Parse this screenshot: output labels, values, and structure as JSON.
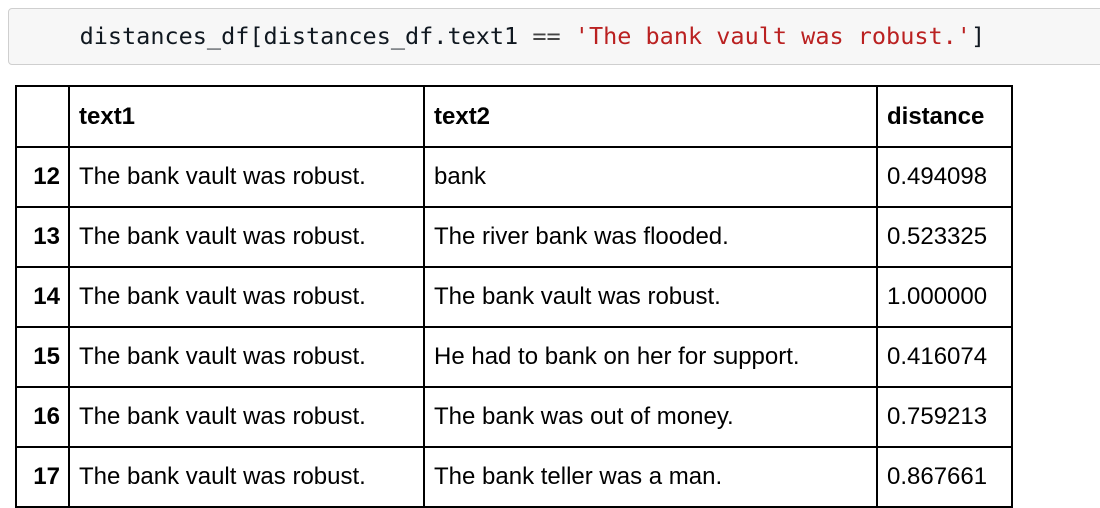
{
  "code_cell": {
    "tokens": [
      {
        "type": "plain",
        "text": "distances_df[distances_df.text1 "
      },
      {
        "type": "op",
        "text": "=="
      },
      {
        "type": "plain",
        "text": " "
      },
      {
        "type": "string",
        "text": "'The bank vault was robust.'"
      },
      {
        "type": "plain",
        "text": "]"
      }
    ],
    "full_text": "distances_df[distances_df.text1 == 'The bank vault was robust.']",
    "string_color": "#ba2121",
    "background_color": "#f7f7f7",
    "border_color": "#cfcfcf"
  },
  "dataframe": {
    "index_header": "",
    "columns": [
      "text1",
      "text2",
      "distance"
    ],
    "index": [
      "12",
      "13",
      "14",
      "15",
      "16",
      "17"
    ],
    "rows": [
      {
        "index": "12",
        "text1": "The bank vault was robust.",
        "text2": "bank",
        "distance": "0.494098"
      },
      {
        "index": "13",
        "text1": "The bank vault was robust.",
        "text2": "The river bank was flooded.",
        "distance": "0.523325"
      },
      {
        "index": "14",
        "text1": "The bank vault was robust.",
        "text2": "The bank vault was robust.",
        "distance": "1.000000"
      },
      {
        "index": "15",
        "text1": "The bank vault was robust.",
        "text2": "He had to bank on her for support.",
        "distance": "0.416074"
      },
      {
        "index": "16",
        "text1": "The bank vault was robust.",
        "text2": "The bank was out of money.",
        "distance": "0.759213"
      },
      {
        "index": "17",
        "text1": "The bank vault was robust.",
        "text2": "The bank teller was a man.",
        "distance": "0.867661"
      }
    ]
  }
}
